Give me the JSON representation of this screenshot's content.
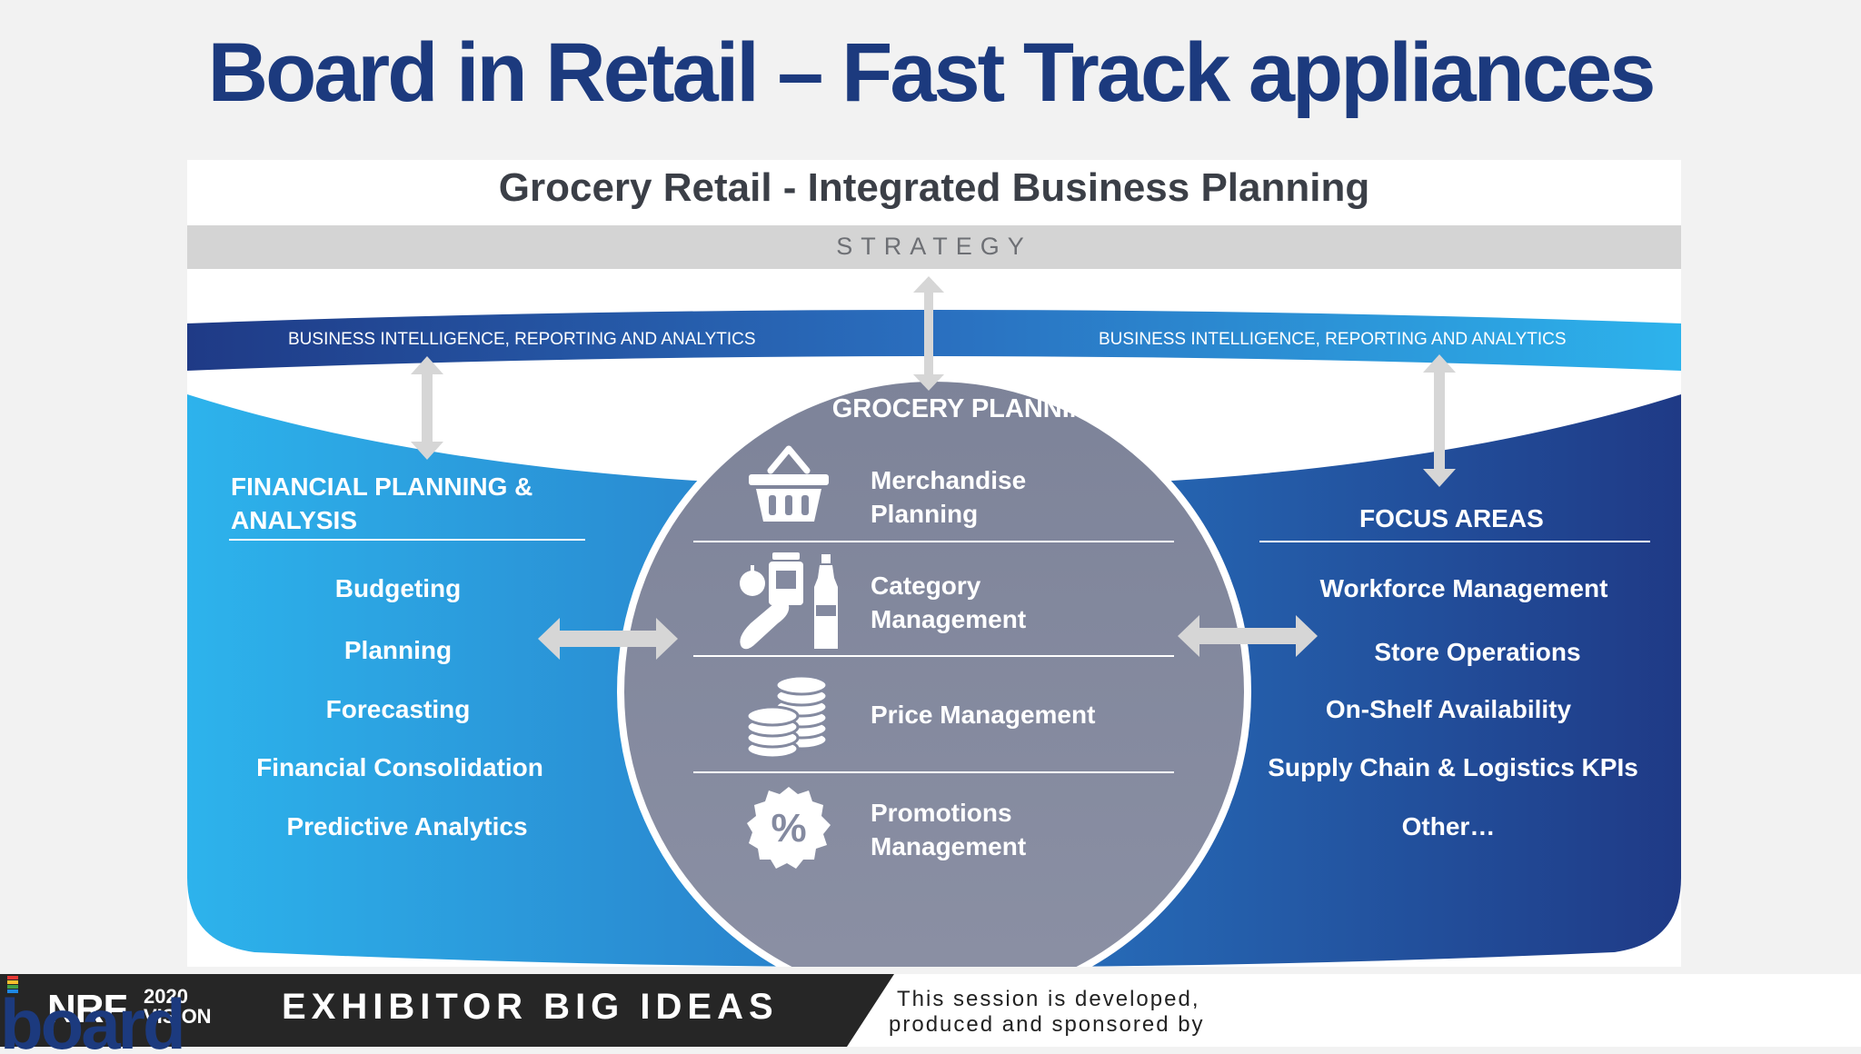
{
  "slide": {
    "title": "Board in Retail – Fast Track appliances"
  },
  "diagram": {
    "title": "Grocery Retail - Integrated Business Planning",
    "strategy": "STRATEGY",
    "bi_left": "BUSINESS INTELLIGENCE, REPORTING AND ANALYTICS",
    "bi_right": "BUSINESS INTELLIGENCE, REPORTING AND ANALYTICS",
    "left": {
      "heading_line1": "FINANCIAL PLANNING &",
      "heading_line2": "ANALYSIS",
      "items": [
        "Budgeting",
        "Planning",
        "Forecasting",
        "Financial Consolidation",
        "Predictive Analytics"
      ]
    },
    "center": {
      "heading": "GROCERY PLANNING",
      "items": [
        {
          "line1": "Merchandise",
          "line2": "Planning",
          "icon": "basket-icon"
        },
        {
          "line1": "Category",
          "line2": "Management",
          "icon": "groceries-icon"
        },
        {
          "line1": "Price Management",
          "line2": "",
          "icon": "coins-icon"
        },
        {
          "line1": "Promotions",
          "line2": "Management",
          "icon": "percent-badge-icon"
        }
      ]
    },
    "right": {
      "heading": "FOCUS AREAS",
      "items": [
        "Workforce Management",
        "Store Operations",
        "On-Shelf Availability",
        "Supply Chain & Logistics KPIs",
        "Other…"
      ]
    },
    "colors": {
      "light_blue": "#2db3ec",
      "dark_blue": "#1f3a86",
      "circle": "#848aa0",
      "strategy_bar": "#d4d4d4"
    }
  },
  "footer": {
    "nrf": "NRF",
    "nrf_year": "2020",
    "nrf_vision": "VISION",
    "event": "EXHIBITOR BIG IDEAS",
    "session_line1": "This session is developed,",
    "session_line2": "produced and sponsored by",
    "sponsor_logo": "board"
  }
}
